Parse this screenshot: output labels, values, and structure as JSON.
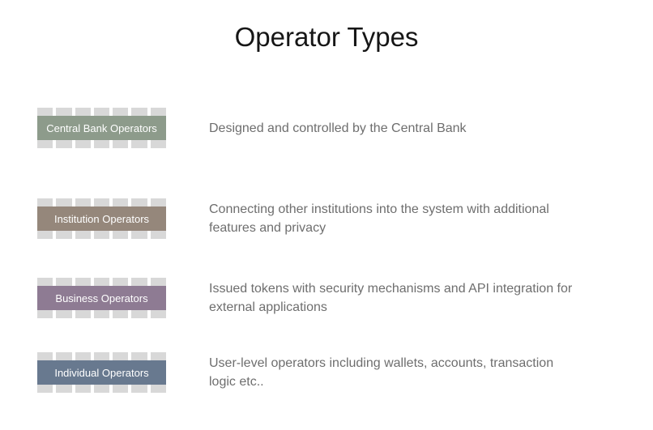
{
  "title": "Operator Types",
  "colors": {
    "background": "#FFFFFF",
    "pin": "#D8D8D8",
    "title_text": "#161616",
    "description_text": "#6E6E6E",
    "chip_label_text": "#FFFFFF"
  },
  "rows": [
    {
      "label": "Central Bank Operators",
      "color": "#8D9B8B",
      "description": [
        "Designed and controlled by the Central Bank"
      ]
    },
    {
      "label": "Institution Operators",
      "color": "#95877B",
      "description": [
        "Connecting other institutions into the system with additional",
        "features and privacy"
      ]
    },
    {
      "label": "Business Operators",
      "color": "#8E7B93",
      "description": [
        "Issued tokens with security mechanisms and API integration for",
        "external applications"
      ]
    },
    {
      "label": "Individual Operators",
      "color": "#68798F",
      "description": [
        "User-level operators including wallets, accounts, transaction",
        "logic etc.."
      ]
    }
  ]
}
